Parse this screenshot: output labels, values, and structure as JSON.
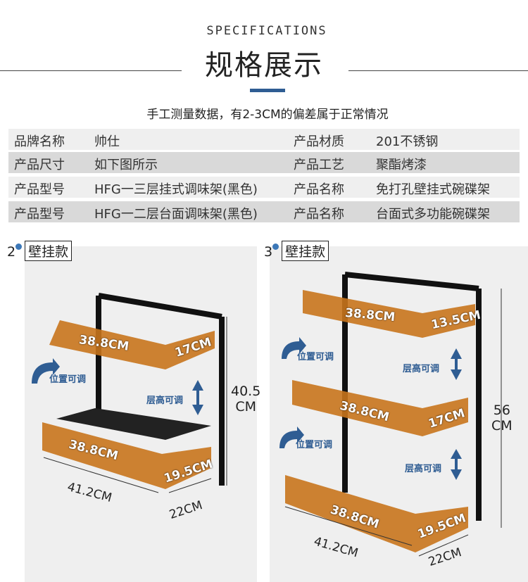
{
  "header": {
    "title_en": "SPECIFICATIONS",
    "title_zh": "规格展示",
    "subtitle": "手工测量数据，有2-3CM的偏差属于正常情况"
  },
  "specs": [
    [
      "品牌名称",
      "帅仕",
      "产品材质",
      "201不锈钢"
    ],
    [
      "产品尺寸",
      "如下图所示",
      "产品工艺",
      "聚酯烤漆"
    ],
    [
      "产品型号",
      "HFG一三层挂式调味架(黑色)",
      "产品名称",
      "免打孔壁挂式碗碟架"
    ],
    [
      "产品型号",
      "HFG一二层台面调味架(黑色)",
      "产品名称",
      "台面式多功能碗碟架"
    ]
  ],
  "colors": {
    "accent": "#2f5d93",
    "orange": "#c8741c"
  },
  "left": {
    "num": "2",
    "style": "壁挂款",
    "top_w": "38.8CM",
    "top_d": "17CM",
    "bot_w": "38.8CM",
    "bot_d": "19.5CM",
    "height": "40.5",
    "height_unit": "CM",
    "width": "41.2CM",
    "depth": "22CM",
    "pos": "位置可调",
    "gap": "层高可调"
  },
  "right": {
    "num": "3",
    "style": "壁挂款",
    "top_w": "38.8CM",
    "top_d": "13.5CM",
    "mid_w": "38.8CM",
    "mid_d": "17CM",
    "bot_w": "38.8CM",
    "bot_d": "19.5CM",
    "height": "56",
    "height_unit": "CM",
    "width": "41.2CM",
    "depth": "22CM",
    "pos": "位置可调",
    "gap": "层高可调"
  }
}
